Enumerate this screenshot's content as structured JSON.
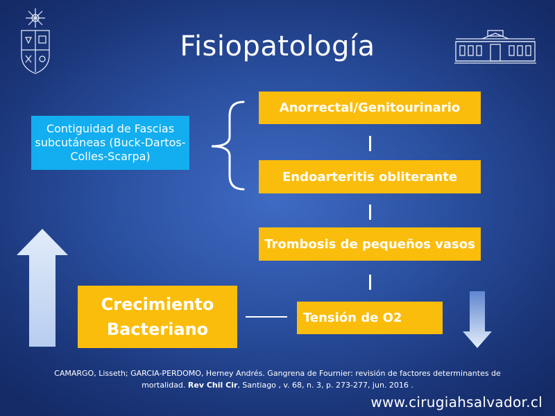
{
  "slide": {
    "title": "Fisiopatología",
    "contiguity_box": "Contiguidad de Fascias subcutáneas (Buck-Dartos-Colles-Scarpa)",
    "steps": [
      "Anorrectal/Genitourinario",
      "Endoarteritis obliterante",
      "Trombosis de pequeños vasos"
    ],
    "tension_label": "Tensión de O2",
    "growth_line1": "Crecimiento",
    "growth_line2": "Bacteriano",
    "citation": {
      "text1": "CAMARGO, Lisseth; GARCIA-PERDOMO, Herney Andrés. Gangrena de Fournier: revisión de factores determinantes de mortalidad.",
      "journal": "Rev Chil Cir",
      "text2": ", Santiago , v. 68, n. 3, p. 273-277, jun. 2016 ."
    },
    "website": "www.cirugiahsalvador.cl"
  },
  "colors": {
    "background": "#2a4f9f",
    "yellow_box": "#fbbd0c",
    "blue_box": "#12aef0",
    "arrow": "#dce7f7"
  },
  "icons": {
    "left_logo": "university-crest-icon",
    "right_logo": "hospital-building-icon",
    "up_arrow": "arrow-up-icon",
    "down_arrow": "arrow-down-icon"
  }
}
